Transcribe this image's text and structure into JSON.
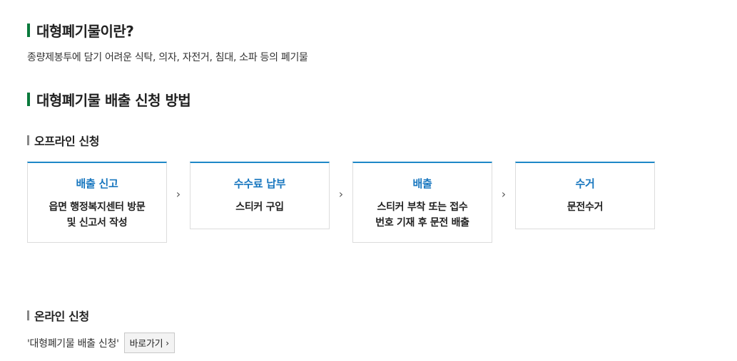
{
  "section1": {
    "title": "대형폐기물이란?",
    "description": "종량제봉투에 담기 어려운 식탁, 의자, 자전거, 침대, 소파 등의 폐기물"
  },
  "section2": {
    "title": "대형폐기물 배출 신청 방법"
  },
  "offline": {
    "title": "오프라인 신청",
    "steps": [
      {
        "title": "배출 신고",
        "body": "읍면 행정복지센터 방문\n및 신고서 작성"
      },
      {
        "title": "수수료 납부",
        "body": "스티커 구입"
      },
      {
        "title": "배출",
        "body": "스티커 부착 또는 접수\n번호 기재 후 문전 배출"
      },
      {
        "title": "수거",
        "body": "문전수거"
      }
    ],
    "arrow_icon": "chevron-right-icon"
  },
  "online": {
    "title": "온라인 신청",
    "text": "'대형폐기물 배출 신청'",
    "button_label": "바로가기",
    "button_icon": "›"
  },
  "colors": {
    "heading_bar": "#0a7a3c",
    "subheading_bar": "#888888",
    "step_accent": "#1e88c7",
    "step_title": "#1776bf"
  }
}
